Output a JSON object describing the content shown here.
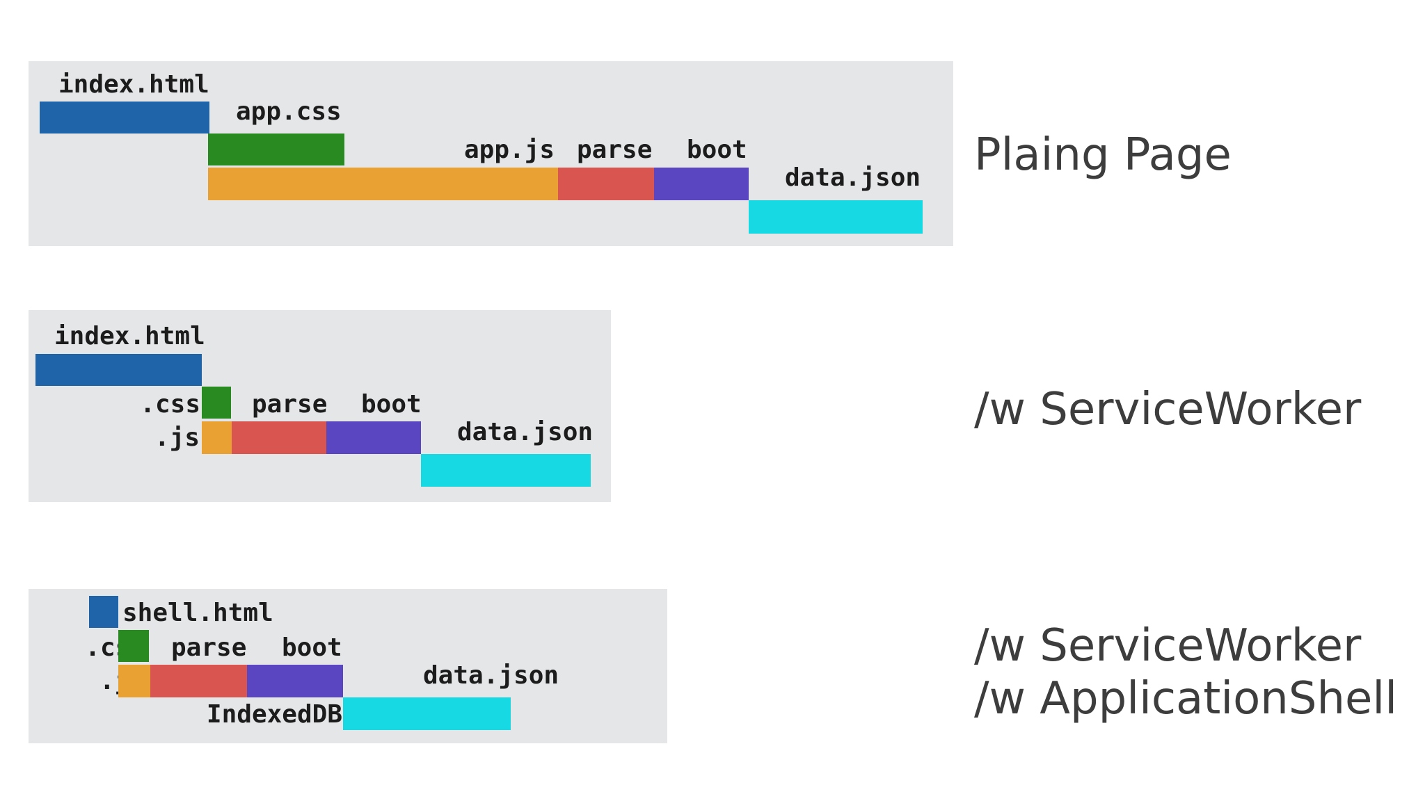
{
  "colors": {
    "html": "#1f64a8",
    "css": "#2a8a22",
    "js": "#e8a132",
    "parse": "#d9554f",
    "boot": "#5b46c2",
    "data": "#16d9e3",
    "panel": "#e4e6e8"
  },
  "plain": {
    "caption": "Plaing Page",
    "index_label": "index.html",
    "css_label": "app.css",
    "js_label": "app.js",
    "parse_label": "parse",
    "boot_label": "boot",
    "data_label": "data.json"
  },
  "sw": {
    "caption": "/w ServiceWorker",
    "index_label": "index.html",
    "css_label": ".css",
    "js_label": ".js",
    "parse_label": "parse",
    "boot_label": "boot",
    "data_label": "data.json"
  },
  "shell": {
    "caption_line1": "/w ServiceWorker",
    "caption_line2": "/w ApplicationShell",
    "shell_label": "shell.html",
    "css_label": ".css",
    "js_label": ".js",
    "parse_label": "parse",
    "boot_label": "boot",
    "data_label": "data.json",
    "idb_label": "IndexedDB"
  }
}
